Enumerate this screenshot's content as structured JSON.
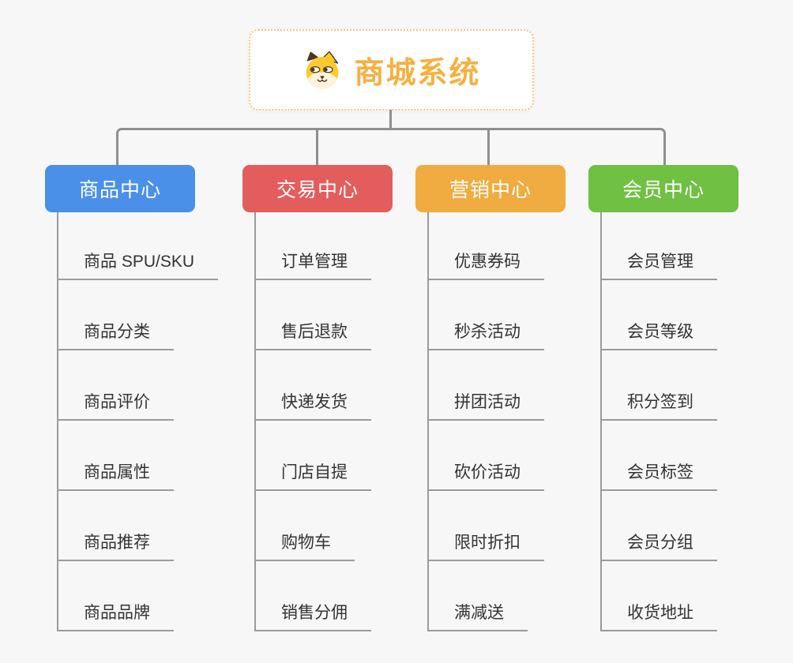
{
  "page": {
    "background_color": "#f7f7f7",
    "connector_color": "#8f8f8f",
    "leaf_line_color": "#9b9b9b",
    "leaf_text_color": "#333333"
  },
  "root": {
    "label": "商城系统",
    "icon": "shiba-dog-icon",
    "text_color": "#f6b041",
    "border_color": "#f3c87d",
    "background_color": "#ffffff"
  },
  "branches": [
    {
      "label": "商品中心",
      "color": "#4a90e8",
      "children": [
        "商品 SPU/SKU",
        "商品分类",
        "商品评价",
        "商品属性",
        "商品推荐",
        "商品品牌"
      ]
    },
    {
      "label": "交易中心",
      "color": "#e45d5d",
      "children": [
        "订单管理",
        "售后退款",
        "快递发货",
        "门店自提",
        "购物车",
        "销售分佣"
      ]
    },
    {
      "label": "营销中心",
      "color": "#f0ac40",
      "children": [
        "优惠券码",
        "秒杀活动",
        "拼团活动",
        "砍价活动",
        "限时折扣",
        "满减送"
      ]
    },
    {
      "label": "会员中心",
      "color": "#6fc043",
      "children": [
        "会员管理",
        "会员等级",
        "积分签到",
        "会员标签",
        "会员分组",
        "收货地址"
      ]
    }
  ]
}
